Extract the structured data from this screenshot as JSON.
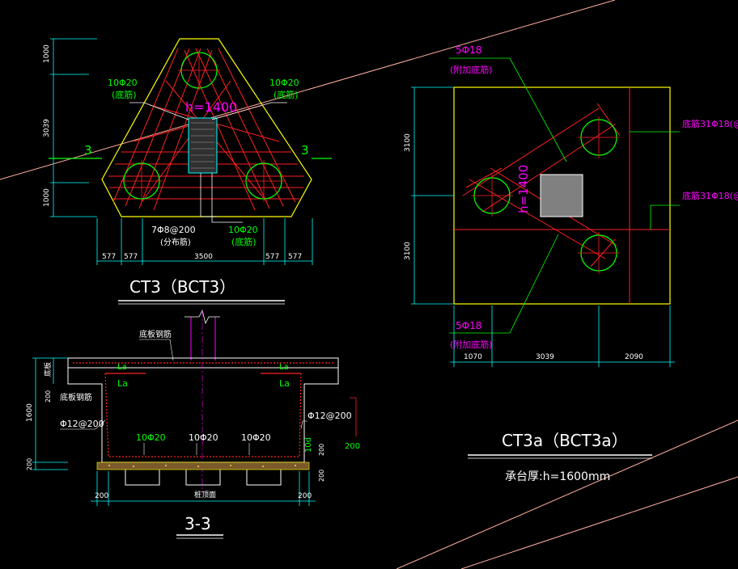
{
  "colors": {
    "background": "#000000",
    "outline": "#ffff00",
    "rebar": "#ff2020",
    "dimension": "#00ffff",
    "leader": "#00ff00",
    "label_magenta": "#ff00ff",
    "text": "#ffffff",
    "diagonal": "#ffb0a0",
    "column": "#808080"
  },
  "cap_ct3": {
    "title": "CT3（BCT3）",
    "dims_left": [
      "1000",
      "3039",
      "1000"
    ],
    "dims_bottom": [
      "577",
      "577",
      "3500",
      "577",
      "577"
    ],
    "height_label": "h=1400",
    "rebar_left": "10Φ20",
    "rebar_left_note": "(底筋)",
    "rebar_right": "10Φ20",
    "rebar_right_note": "(底筋)",
    "distribution_bar": "7Φ8@200",
    "distribution_note": "(分布筋)",
    "rebar_bottom": "10Φ20",
    "rebar_bottom_note": "(底筋)",
    "section_mark_left": "3",
    "section_mark_right": "3"
  },
  "cap_ct3a": {
    "title": "CT3a（BCT3a）",
    "thickness_note": "承台厚:h=1600mm",
    "height_label": "h=1400",
    "top_rebar": "5Φ18",
    "top_rebar_note": "(附加底筋)",
    "bottom_rebar": "5Φ18",
    "bottom_rebar_note": "(附加底筋)",
    "right_label_1": "底筋31Φ18(@",
    "right_label_2": "底筋31Φ18(@",
    "dims_left": [
      "3100",
      "3100"
    ],
    "dims_bottom": [
      "1070",
      "3039",
      "2090"
    ]
  },
  "section_33": {
    "title": "3-3",
    "slab_rebar": "底板钢筋",
    "slab_rebar_2": "底板钢筋",
    "slab_label": "底板",
    "la_left": "La",
    "la_right": "La",
    "la_left_2": "La",
    "la_right_2": "La",
    "side_bar_left": "Φ12@200",
    "side_bar_right": "Φ12@200",
    "bottom_bars": [
      "10Φ20",
      "10Φ20",
      "10Φ20"
    ],
    "anchor_label": "10d",
    "right_dim": "200",
    "dims_left": [
      "200",
      "1600",
      "200"
    ],
    "dims_bottom": [
      "200",
      "200"
    ],
    "dim_right_small": "200",
    "dim_right_small_2": "200",
    "pile_level_note": "桩顶面"
  }
}
